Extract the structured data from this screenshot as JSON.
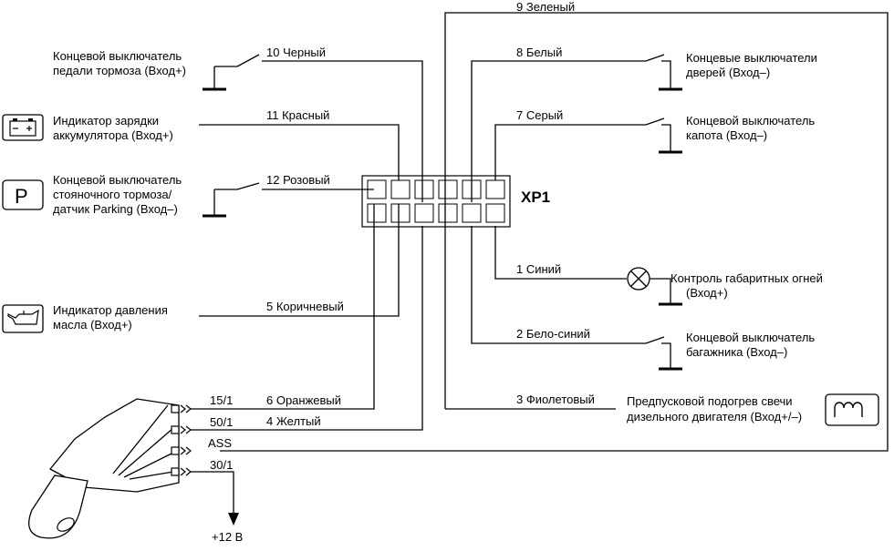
{
  "connector": {
    "name": "XP1"
  },
  "wires": {
    "w9": "9 Зеленый",
    "w10": "10 Черный",
    "w8": "8 Белый",
    "w11": "11 Красный",
    "w7": "7 Серый",
    "w12": "12 Розовый",
    "w1": "1 Синий",
    "w5": "5 Коричневый",
    "w2": "2 Бело-синий",
    "w3": "3 Фиолетовый",
    "w6": "6 Оранжевый",
    "w4": "4 Желтый"
  },
  "devices": {
    "brake_pedal": {
      "line1": "Концевой выключатель",
      "line2": "педали тормоза (Вход+)"
    },
    "battery": {
      "line1": "Индикатор зарядки",
      "line2": "аккумулятора (Вход+)"
    },
    "parking": {
      "line1": "Концевой выключатель",
      "line2": "стояночного тормоза/",
      "line3": "датчик Parking (Вход–)",
      "icon_text": "P"
    },
    "oil": {
      "line1": "Индикатор давления",
      "line2": "масла (Вход+)"
    },
    "doors": {
      "line1": "Концевые выключатели",
      "line2": "дверей (Вход–)"
    },
    "hood": {
      "line1": "Концевой выключатель",
      "line2": "капота (Вход–)"
    },
    "side_lights": {
      "line1": "Контроль габаритных огней",
      "line2": "(Вход+)"
    },
    "trunk": {
      "line1": "Концевой выключатель",
      "line2": "багажника (Вход–)"
    },
    "glow": {
      "line1": "Предпусковой подогрев свечи",
      "line2": "дизельного двигателя (Вход+/–)"
    }
  },
  "ignition": {
    "t15": "15/1",
    "t50": "50/1",
    "tass": "ASS",
    "t30": "30/1",
    "supply": "+12 В"
  }
}
